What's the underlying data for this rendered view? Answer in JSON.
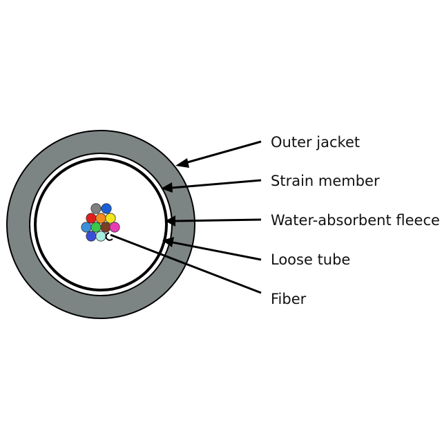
{
  "colors": {
    "jacket": "#7d8484",
    "outline": "#000000",
    "background": "#ffffff",
    "fibers": [
      "#808080",
      "#1a5fd6",
      "#e01e1e",
      "#f58a1e",
      "#f2e51d",
      "#3a8fd9",
      "#3cc84a",
      "#7a3e22",
      "#e83cb4",
      "#3a4fd9",
      "#a8eee0"
    ]
  },
  "callouts": [
    {
      "id": "outer-jacket",
      "label": "Outer jacket"
    },
    {
      "id": "strain-member",
      "label": "Strain member"
    },
    {
      "id": "water-fleece",
      "label": "Water-absorbent fleece"
    },
    {
      "id": "loose-tube",
      "label": "Loose tube"
    },
    {
      "id": "fiber",
      "label": "Fiber"
    }
  ]
}
